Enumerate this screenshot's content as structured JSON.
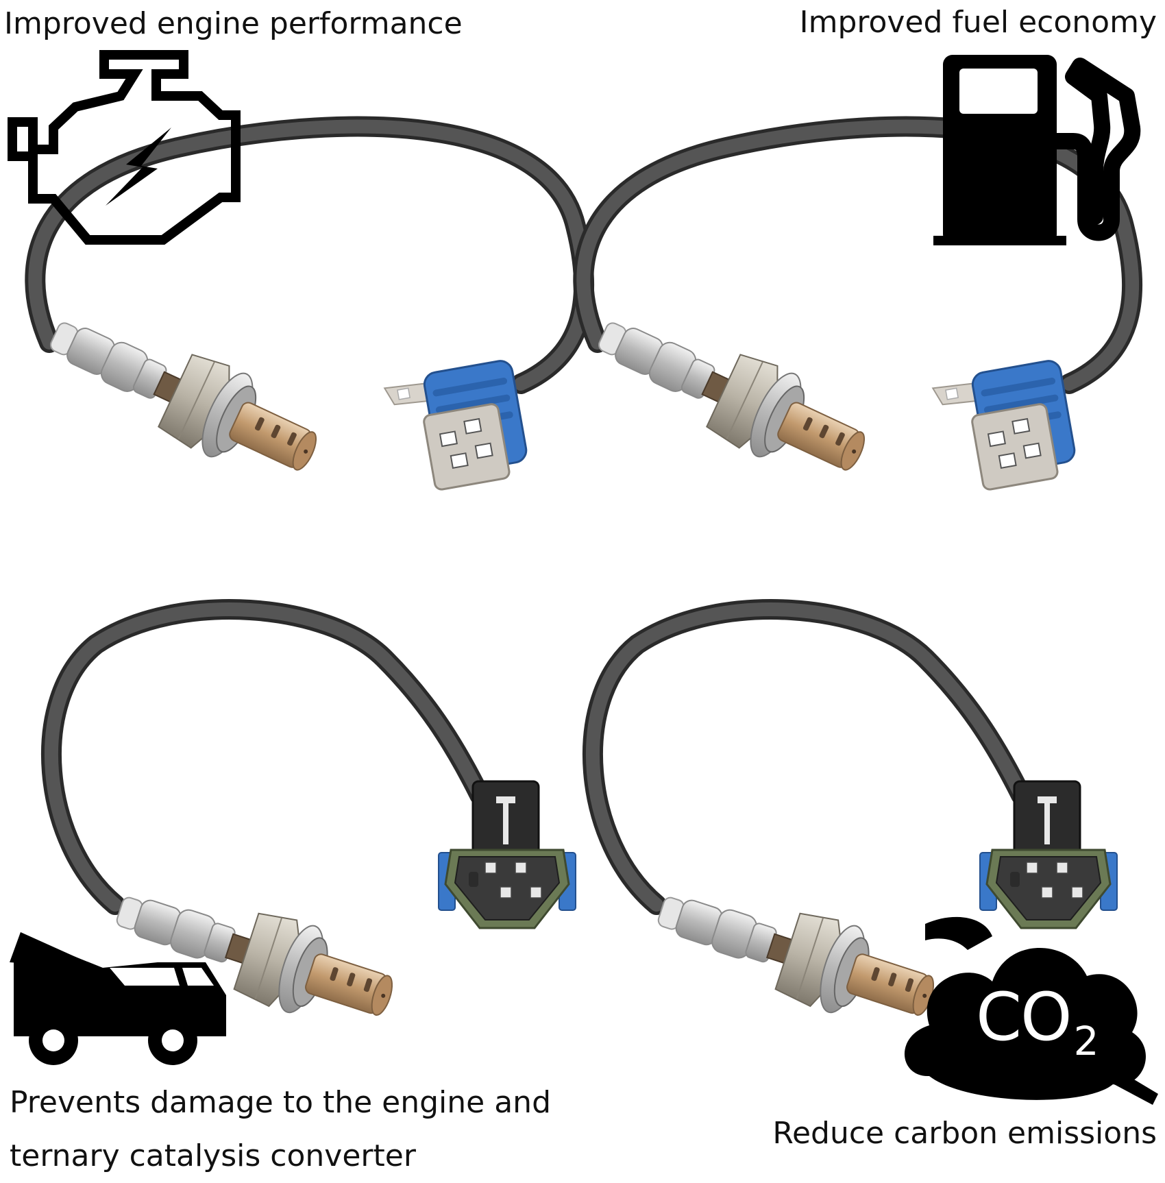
{
  "captions": {
    "top_left": "Improved engine performance",
    "top_right": "Improved fuel economy",
    "bottom_left_line1": "Prevents damage to the engine and",
    "bottom_left_line2": "ternary catalysis converter",
    "bottom_right": "Reduce carbon emissions"
  },
  "badge": {
    "co2_main": "CO",
    "co2_sub": "2"
  },
  "icons": {
    "top_left": "engine-check-icon",
    "top_right": "fuel-pump-icon",
    "bottom_left": "car-hood-open-icon",
    "bottom_right": "co2-cloud-icon"
  },
  "colors": {
    "cable": "#3d3d3d",
    "connector_blue": "#3a78c9",
    "connector_grey": "#cfcac2",
    "connector_black": "#2b2b2b",
    "sensor_steel": "#bdbdbd",
    "sensor_brass": "#c9a37a"
  }
}
